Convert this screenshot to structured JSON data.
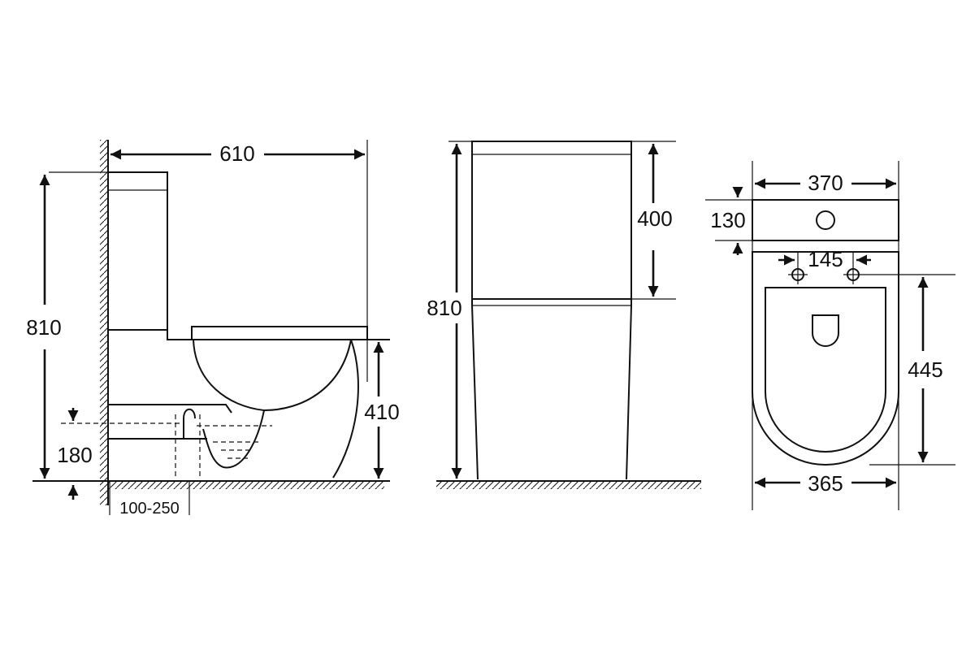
{
  "side_view": {
    "width_label": "610",
    "height_label": "810",
    "bowl_height_label": "410",
    "outlet_height_label": "180",
    "outlet_offset_label": "100-250"
  },
  "front_view": {
    "height_label": "810",
    "tank_height_label": "400"
  },
  "top_view": {
    "width_label": "370",
    "tank_depth_label": "130",
    "bolt_spacing_label": "145",
    "bowl_depth_label": "445",
    "bowl_width_label": "365"
  }
}
